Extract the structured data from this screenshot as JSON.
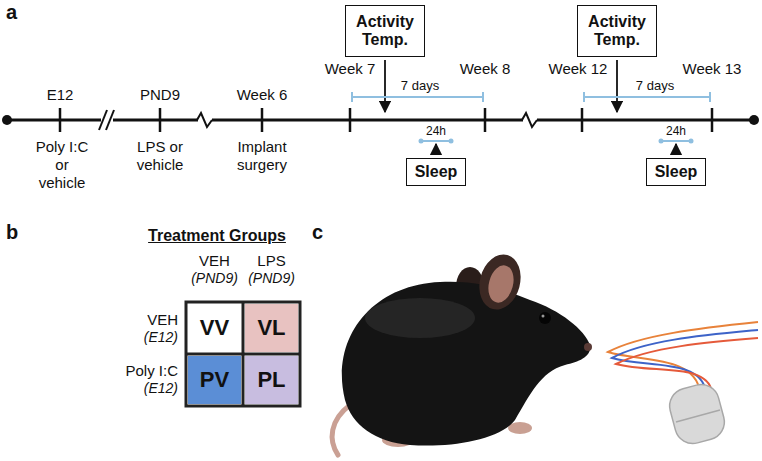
{
  "diagram": {
    "nodes": [
      {
        "text": [
          "Activity Temp."
        ]
      },
      {
        "text": [
          "Activity Temp."
        ]
      },
      {
        "text": [
          "Sleep"
        ]
      },
      {
        "text": [
          "Sleep"
        ]
      },
      {
        "text": [
          "VV"
        ]
      },
      {
        "text": [
          "VL"
        ]
      },
      {
        "text": [
          "PV"
        ]
      },
      {
        "text": [
          "PL"
        ]
      }
    ],
    "labels": [
      "a",
      "E12",
      "PND9",
      "Week 6",
      "Week 7",
      "Week 8",
      "Week 12",
      "Week 13",
      "Poly I:C or vehicle",
      "LPS or vehicle",
      "Implant surgery",
      "7 days",
      "24h",
      "7 days",
      "24h",
      "b",
      "Treatment Groups",
      "VEH",
      "(PND9)",
      "LPS",
      "(PND9)",
      "VEH",
      "(E12)",
      "Poly I:C",
      "(E12)",
      "c"
    ]
  }
}
